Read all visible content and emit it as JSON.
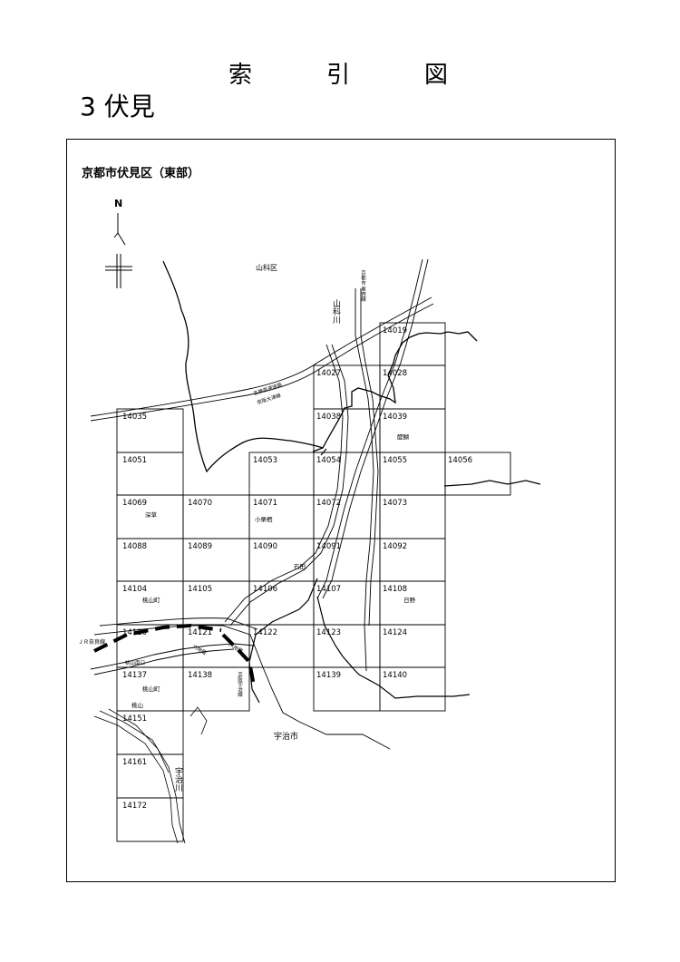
{
  "page": {
    "title_chars": [
      "索",
      "引",
      "図"
    ],
    "subtitle": "3 伏見",
    "map_title": "京都市伏見区（東部）"
  },
  "compass": {
    "north_label": "N"
  },
  "places": {
    "yamashina_ku": "山科区",
    "uji_shi": "宇治市",
    "yamashina_river": "山科川",
    "uji_river": "宇治川",
    "daigo": "醍醐",
    "fukakusa": "深草",
    "kokurisu": "小栗栖",
    "ishida": "石田",
    "momoyamacho_1": "桃山町",
    "momoyamacho_2": "桃山町",
    "momoyama": "桃山",
    "hino": "日野",
    "meishin_expressway": "名神高速道路",
    "keihan_otsu_line": "京阪大津線",
    "tozai_line": "京都市 東西線",
    "jr_nara_line": "ＪＲ奈良線",
    "rokujizo_1": "六地蔵",
    "rokujizo_2": "六地蔵",
    "keihan_uji_line": "京阪宇治線",
    "momoyama_minamiguchi": "桃山南口"
  },
  "cells": [
    {
      "id": "14019"
    },
    {
      "id": "14027"
    },
    {
      "id": "14028"
    },
    {
      "id": "14035"
    },
    {
      "id": "14038"
    },
    {
      "id": "14039"
    },
    {
      "id": "14051"
    },
    {
      "id": "14053"
    },
    {
      "id": "14054"
    },
    {
      "id": "14055"
    },
    {
      "id": "14056"
    },
    {
      "id": "14069"
    },
    {
      "id": "14070"
    },
    {
      "id": "14071"
    },
    {
      "id": "14072"
    },
    {
      "id": "14073"
    },
    {
      "id": "14088"
    },
    {
      "id": "14089"
    },
    {
      "id": "14090"
    },
    {
      "id": "14091"
    },
    {
      "id": "14092"
    },
    {
      "id": "14104"
    },
    {
      "id": "14105"
    },
    {
      "id": "14106"
    },
    {
      "id": "14107"
    },
    {
      "id": "14108"
    },
    {
      "id": "14120"
    },
    {
      "id": "14121"
    },
    {
      "id": "14122"
    },
    {
      "id": "14123"
    },
    {
      "id": "14124"
    },
    {
      "id": "14137"
    },
    {
      "id": "14138"
    },
    {
      "id": "14139"
    },
    {
      "id": "14140"
    },
    {
      "id": "14151"
    },
    {
      "id": "14161"
    },
    {
      "id": "14172"
    }
  ]
}
